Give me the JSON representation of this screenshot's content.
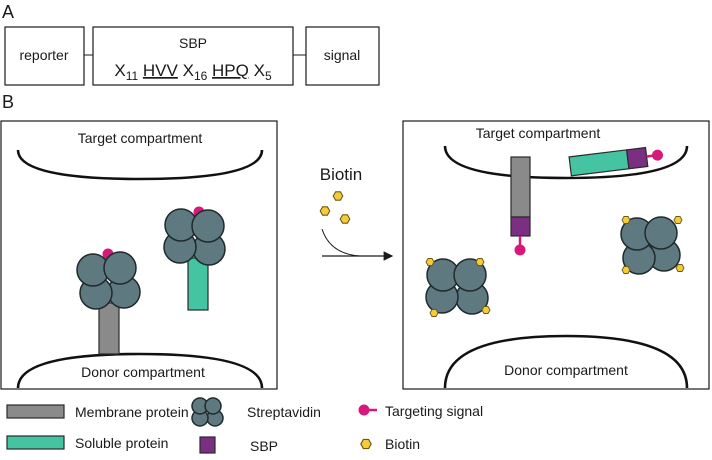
{
  "panel_a": {
    "label": "A",
    "reporter": "reporter",
    "sbp_title": "SBP",
    "seq": {
      "x": "X",
      "x1_sub": "11",
      "motif1": "HVV",
      "x2": "X",
      "x2_sub": "16",
      "motif2": "HPQ",
      "x3": "X",
      "x3_sub": "5"
    },
    "signal": "signal"
  },
  "panel_b": {
    "label": "B",
    "left": {
      "target": "Target compartment",
      "donor": "Donor compartment"
    },
    "arrow_label": "Biotin",
    "right": {
      "target": "Target compartment",
      "donor": "Donor compartment"
    }
  },
  "legend": {
    "membrane": "Membrane protein",
    "soluble": "Soluble protein",
    "streptavidin": "Streptavidin",
    "sbp": "SBP",
    "targeting": "Targeting signal",
    "biotin": "Biotin"
  },
  "colors": {
    "streptavidin": "#5e7a80",
    "membrane_protein": "#8a8a8a",
    "soluble_protein": "#45c4a2",
    "sbp": "#7b2f82",
    "targeting_signal": "#d6197a",
    "biotin": "#f5cb3c"
  }
}
